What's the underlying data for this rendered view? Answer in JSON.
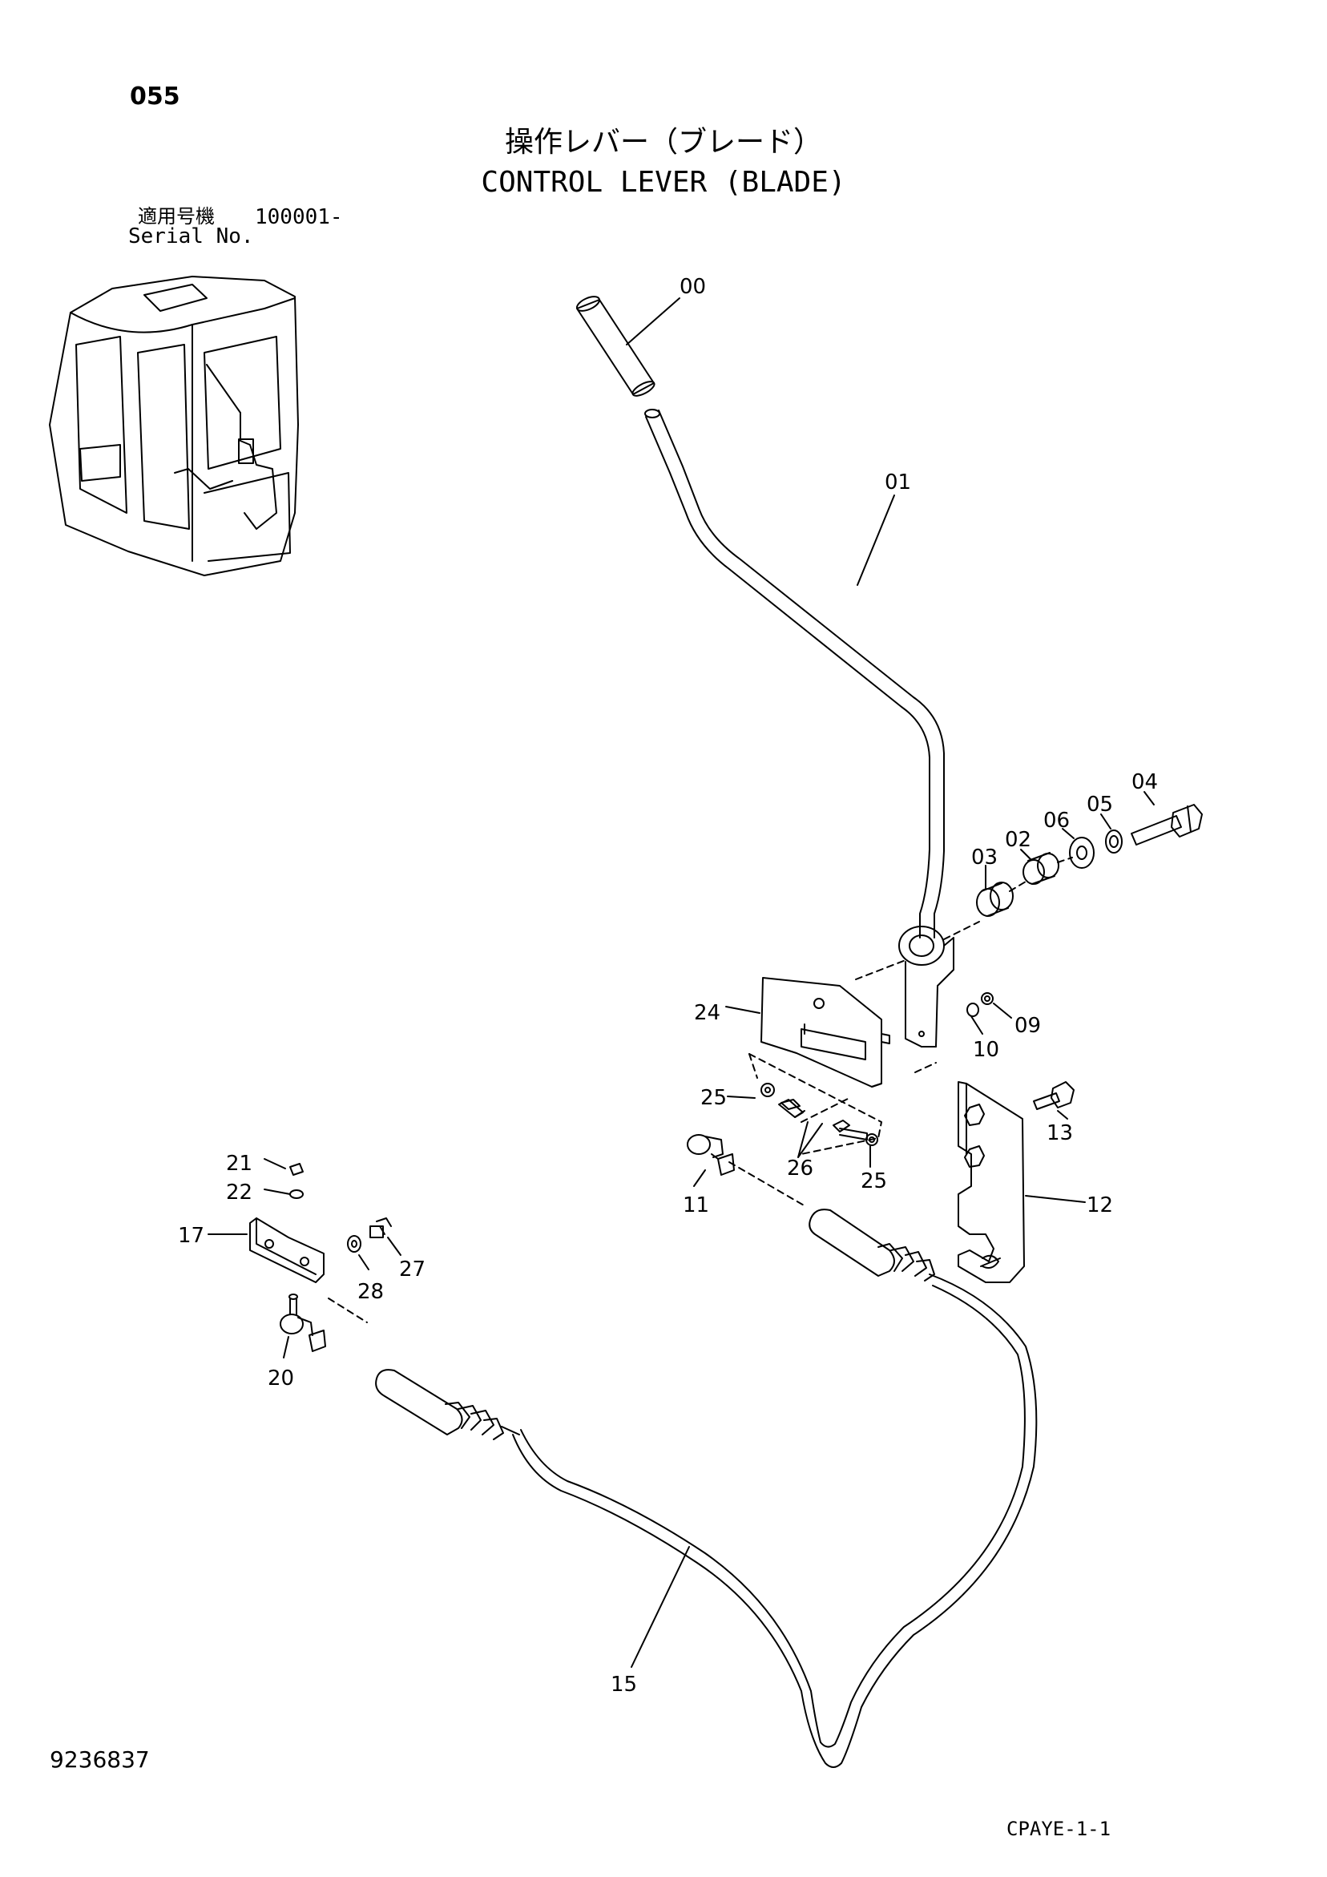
{
  "header": {
    "page_number": "055",
    "title_jp": "操作レバー（ブレード）",
    "title_en": "CONTROL LEVER (BLADE)",
    "serial_label_jp": "適用号機",
    "serial_range": "100001-",
    "serial_label_en": "Serial No."
  },
  "callouts": {
    "p00": "00",
    "p01": "01",
    "p02": "02",
    "p03": "03",
    "p04": "04",
    "p05": "05",
    "p06": "06",
    "p09": "09",
    "p10": "10",
    "p11": "11",
    "p12": "12",
    "p13": "13",
    "p15": "15",
    "p17": "17",
    "p20": "20",
    "p21": "21",
    "p22": "22",
    "p24": "24",
    "p25a": "25",
    "p25b": "25",
    "p26": "26",
    "p27": "27",
    "p28": "28"
  },
  "footer": {
    "drawing_number": "9236837",
    "sheet_code": "CPAYE-1-1"
  }
}
